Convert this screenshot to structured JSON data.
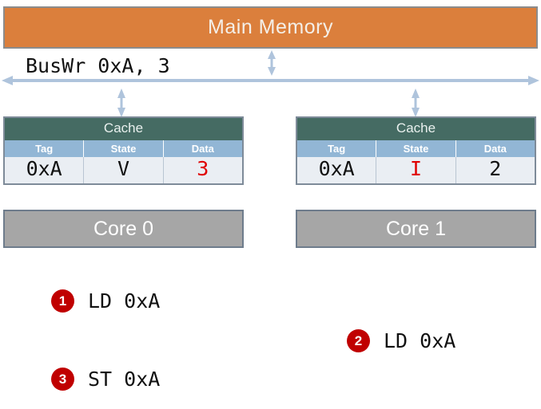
{
  "diagram": {
    "memory": {
      "label": "Main Memory",
      "color": "#DB7F3C"
    },
    "bus": {
      "label": "BusWr 0xA, 3",
      "color": "#AFC4DC"
    },
    "caches": [
      {
        "title": "Cache",
        "columns": [
          "Tag",
          "State",
          "Data"
        ],
        "cells": [
          "0xA",
          "V",
          "3"
        ],
        "highlight_index": 2,
        "highlight_color": "#E00000",
        "title_color": "#456B63",
        "header_color": "#92B6D5"
      },
      {
        "title": "Cache",
        "columns": [
          "Tag",
          "State",
          "Data"
        ],
        "cells": [
          "0xA",
          "I",
          "2"
        ],
        "highlight_index": 1,
        "highlight_color": "#E00000",
        "title_color": "#456B63",
        "header_color": "#92B6D5"
      }
    ],
    "cores": [
      {
        "label": "Core 0",
        "color": "#A6A6A6"
      },
      {
        "label": "Core 1",
        "color": "#A6A6A6"
      }
    ]
  },
  "instructions": [
    {
      "number": "1",
      "text": "LD 0xA",
      "badge_color": "#C00000"
    },
    {
      "number": "2",
      "text": "LD 0xA",
      "badge_color": "#C00000"
    },
    {
      "number": "3",
      "text": "ST 0xA",
      "badge_color": "#C00000"
    }
  ]
}
